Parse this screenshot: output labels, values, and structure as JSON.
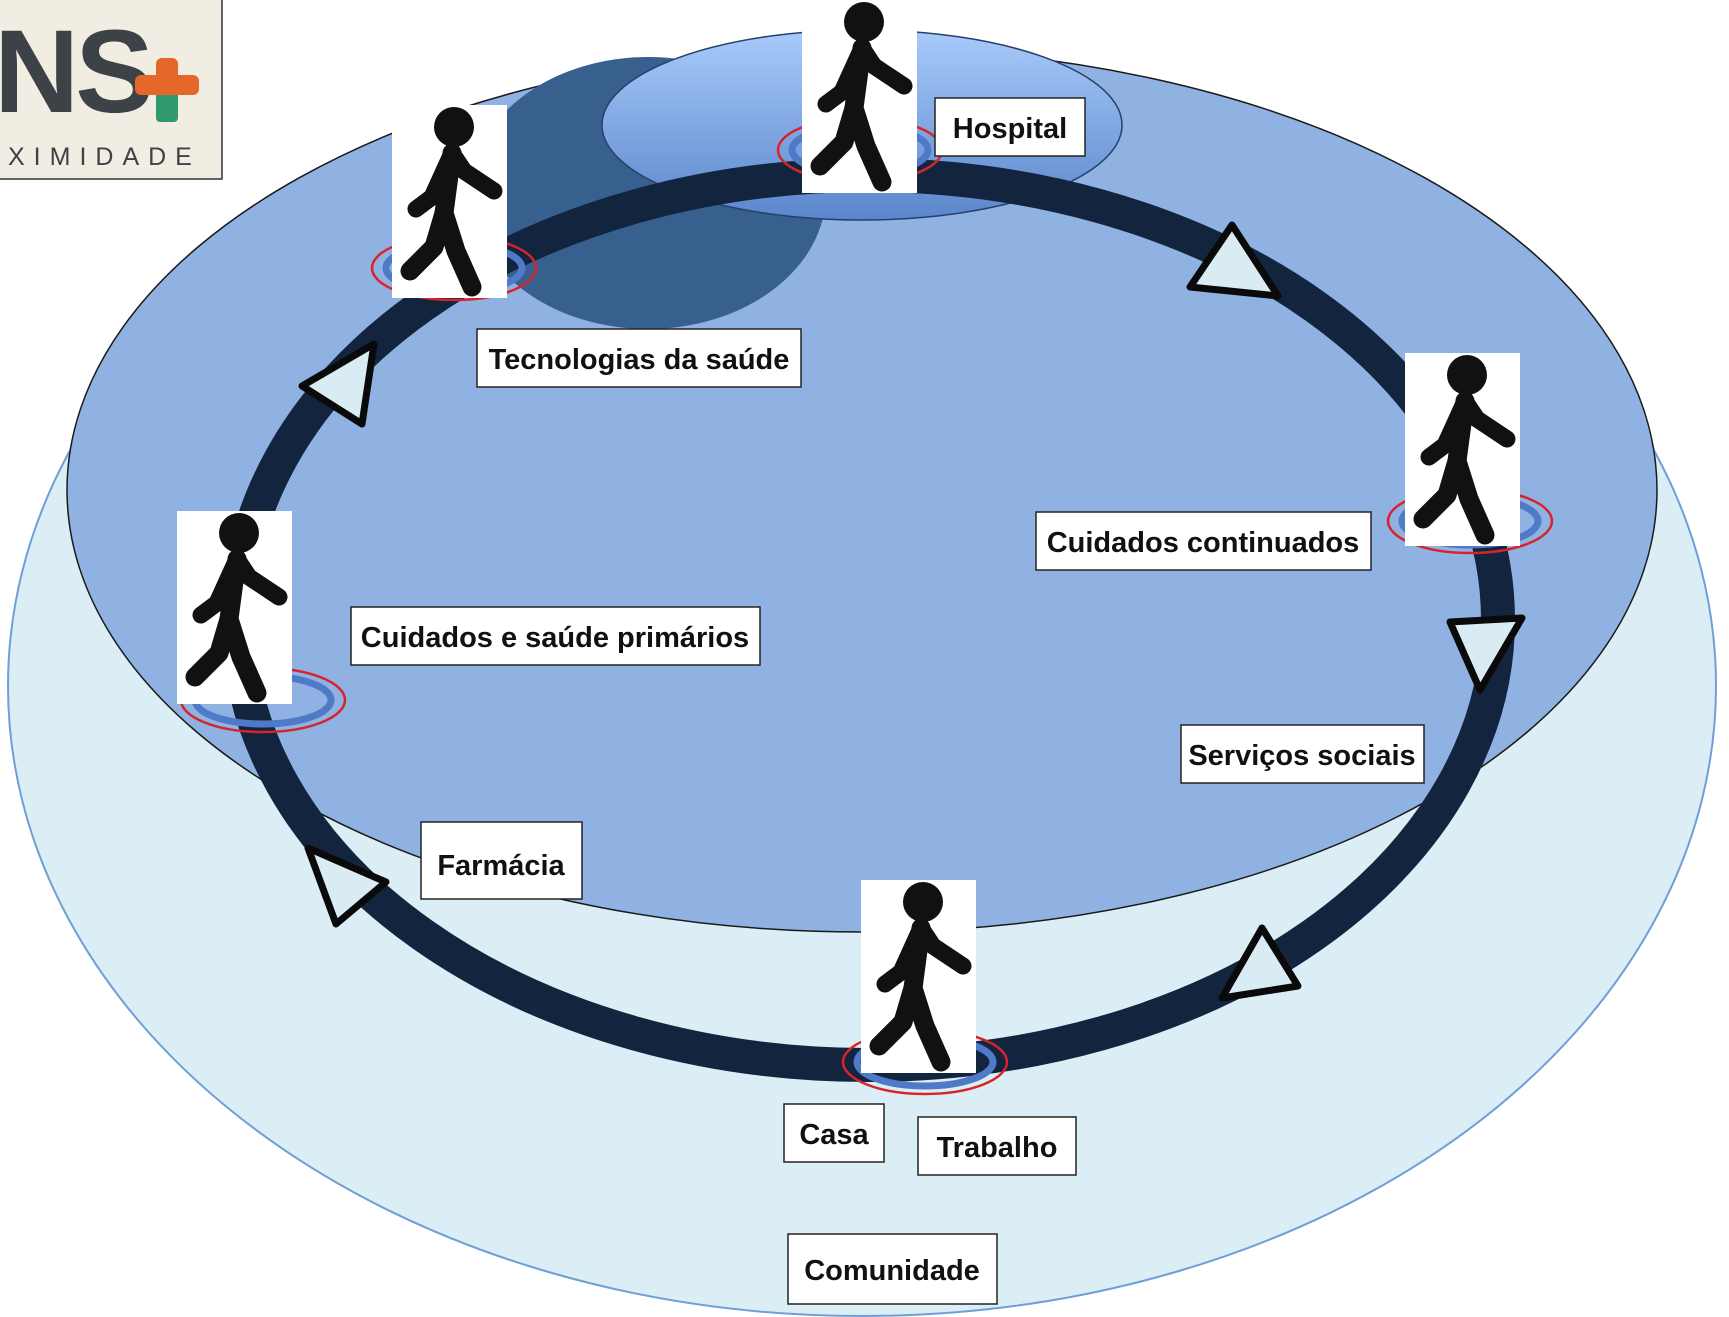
{
  "logo": {
    "letters": "NS",
    "tagline": "XIMIDADE",
    "plus_color_top": "#e5672a",
    "plus_color_bottom": "#2e9a6e"
  },
  "colors": {
    "community": "#dbeef5",
    "health_system": "#8fb2e2",
    "hospital": "#9cc0f3",
    "technologies": "#37608f",
    "care_ring": "#13243f",
    "location_ring_outer": "#d8232a",
    "location_ring_inner": "#4f7ac7",
    "arrow_fill": "#d9ecf3"
  },
  "labels": {
    "hospital": "Hospital",
    "technologies": "Tecnologias da saúde",
    "continuing_care": "Cuidados continuados",
    "primary_care": "Cuidados e saúde primários",
    "social_services": "Serviços sociais",
    "pharmacy": "Farmácia",
    "home": "Casa",
    "work": "Trabalho",
    "community": "Comunidade"
  },
  "icons": {
    "person": "person-walking-icon",
    "location": "location-ring-icon",
    "arrow": "triangle-arrow-icon"
  }
}
